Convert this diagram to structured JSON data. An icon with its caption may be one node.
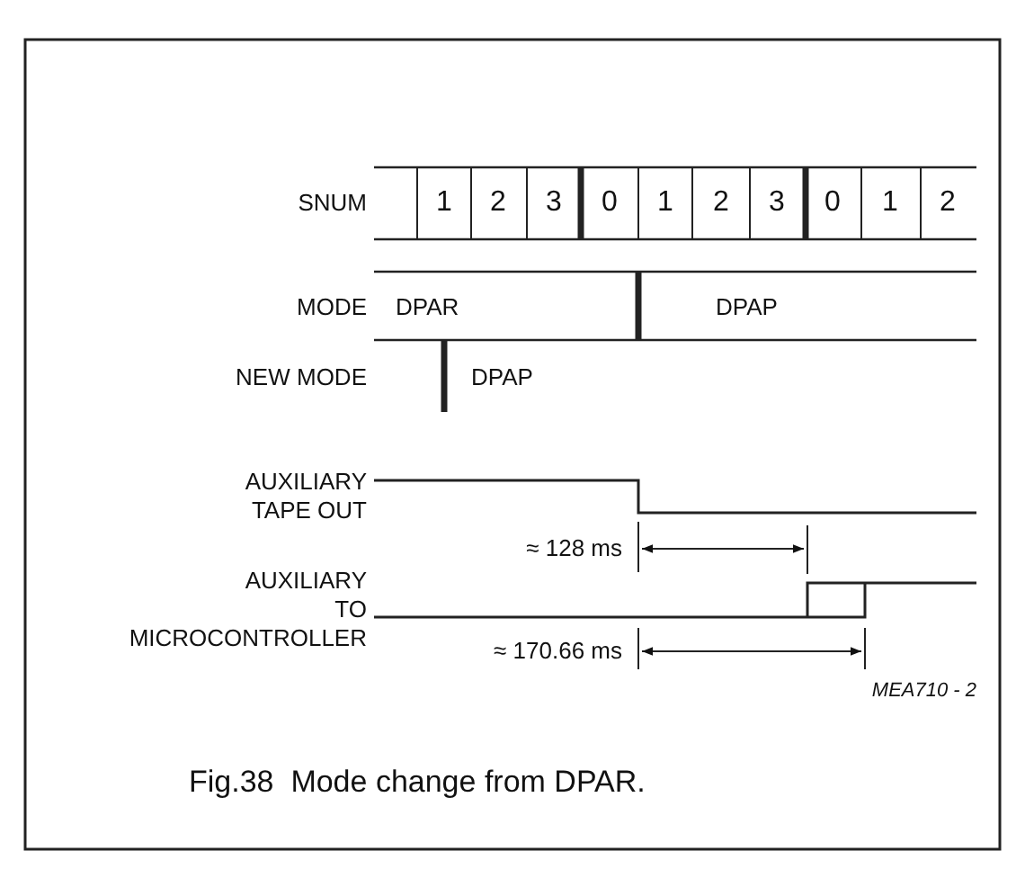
{
  "diagram": {
    "caption": "Fig.38  Mode change from DPAR.",
    "labels": [
      "SNUM",
      "1",
      "2",
      "3",
      "0",
      "1",
      "2",
      "3",
      "0",
      "1",
      "2",
      "MODE",
      "DPAR",
      "DPAP",
      "NEW MODE",
      "DPAP",
      "AUXILIARY TAPE OUT",
      "≈ 128 ms",
      "AUXILIARY TO MICROCONTROLLER",
      "≈ 170.66 ms",
      "MEA710 - 2"
    ]
  }
}
